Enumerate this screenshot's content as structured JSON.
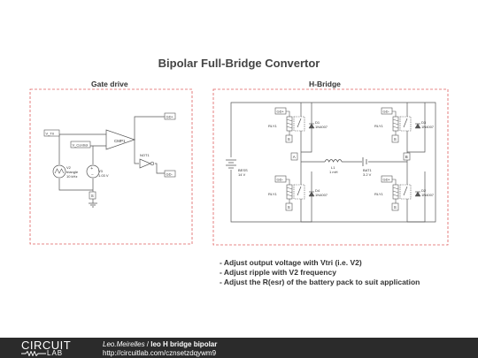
{
  "title": "Bipolar Full-Bridge Convertor",
  "gate_drive": {
    "label": "Gate drive",
    "ports": {
      "v_tri": "V_Tri",
      "v_control": "V_Control",
      "gd_plus": "GD+",
      "gd_minus": "GD-"
    },
    "cmp": "CMP1",
    "not": "NOT1",
    "v2": {
      "name": "V2",
      "type": "triangle",
      "freq": "10 kHz"
    },
    "v3": {
      "name": "V3",
      "value": "1.03 V"
    },
    "gnd_label": "S"
  },
  "h_bridge": {
    "label": "H-Bridge",
    "source": {
      "name": "BESS",
      "value": "14 V"
    },
    "inductor": {
      "name": "L1",
      "value": "1 mH"
    },
    "battery": {
      "name": "BAT1",
      "value": "3.2 V"
    },
    "node_a": "A",
    "node_b": "B",
    "relays": [
      {
        "name": "RLY1",
        "gate": "GD+",
        "src": "S",
        "diode": "D1",
        "diode_part": "1N4007"
      },
      {
        "name": "RLY1",
        "gate": "GD-",
        "src": "S",
        "diode": "D3",
        "diode_part": "1N4007"
      },
      {
        "name": "RLY1",
        "gate": "GD-",
        "src": "S",
        "diode": "D4",
        "diode_part": "1N4007"
      },
      {
        "name": "RLY1",
        "gate": "GD+",
        "src": "S",
        "diode": "D2",
        "diode_part": "1N4007"
      }
    ]
  },
  "notes": [
    "- Adjust output voltage with Vtri (i.e. V2)",
    "- Adjust ripple with V2 frequency",
    "- Adjust the R(esr) of the battery pack to suit application"
  ],
  "footer": {
    "logo_top": "CIRCUIT",
    "logo_bottom": "LAB",
    "author": "Leo.Meirelles",
    "separator": " / ",
    "project": "leo H bridge bipolar",
    "url": "http://circuitlab.com/cznsetzdqywm9"
  },
  "colors": {
    "border": "#e06060",
    "wire": "#555555",
    "footer_bg": "#2b2b2b"
  }
}
